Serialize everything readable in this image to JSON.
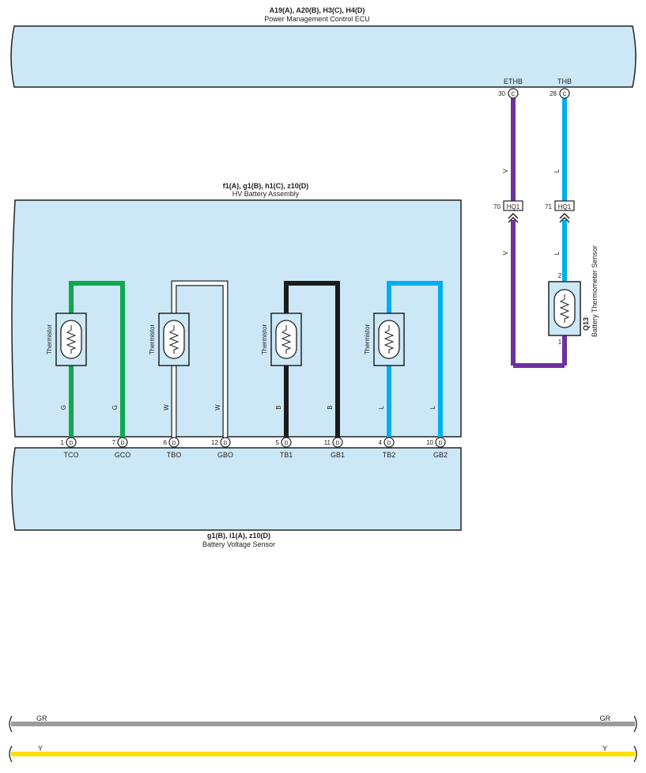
{
  "colors": {
    "panel_fill": "#cce8f6",
    "outline": "#222222",
    "wire_green": "#0fa84b",
    "wire_white": "#ffffff",
    "wire_black": "#1b1b1b",
    "wire_blue": "#00aeef",
    "wire_violet": "#7030a0",
    "wire_gray": "#9c9c9c",
    "wire_yellow": "#ffe100"
  },
  "ecu": {
    "codes": "A19(A), A20(B), H3(C), H4(D)",
    "name": "Power Management Control ECU",
    "terminals": [
      {
        "signal": "ETHB",
        "pin": "30",
        "letter": "C"
      },
      {
        "signal": "THB",
        "pin": "28",
        "letter": "C"
      }
    ]
  },
  "hv_battery": {
    "codes": "f1(A), g1(B), h1(C), z10(D)",
    "name": "HV Battery Assembly",
    "thermistor_label": "Thermistor",
    "wire_colors": [
      "G",
      "G",
      "W",
      "W",
      "B",
      "B",
      "L",
      "L"
    ]
  },
  "voltage_sensor": {
    "codes": "g1(B), i1(A), z10(D)",
    "name": "Battery Voltage Sensor",
    "pins": [
      {
        "pin": "1",
        "letter": "D",
        "signal": "TCO"
      },
      {
        "pin": "7",
        "letter": "D",
        "signal": "GCO"
      },
      {
        "pin": "6",
        "letter": "D",
        "signal": "TBO"
      },
      {
        "pin": "12",
        "letter": "D",
        "signal": "GBO"
      },
      {
        "pin": "5",
        "letter": "D",
        "signal": "TB1"
      },
      {
        "pin": "11",
        "letter": "D",
        "signal": "GB1"
      },
      {
        "pin": "4",
        "letter": "D",
        "signal": "TB2"
      },
      {
        "pin": "10",
        "letter": "D",
        "signal": "GB2"
      }
    ]
  },
  "right_circuit": {
    "wire_labels": [
      "V",
      "L",
      "V",
      "L"
    ],
    "connectors": [
      {
        "pin": "70",
        "name": "HQ1"
      },
      {
        "pin": "71",
        "name": "HQ1"
      }
    ],
    "sensor": {
      "code": "Q13",
      "name": "Battery Thermometer Sensor",
      "pin_top": "2",
      "pin_bottom": "1"
    }
  },
  "legend": {
    "gray_left": "GR",
    "gray_right": "GR",
    "yellow_left": "Y",
    "yellow_right": "Y"
  }
}
